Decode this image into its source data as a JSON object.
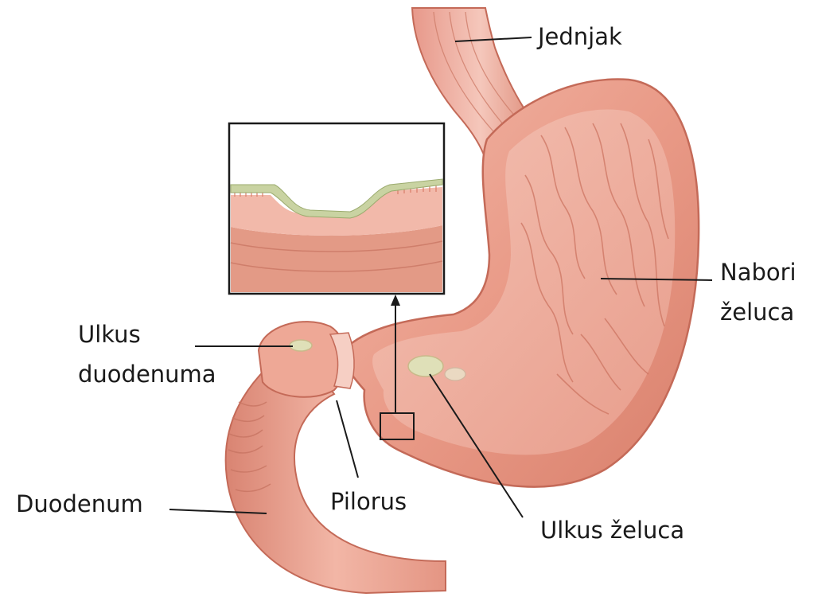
{
  "labels": {
    "jednjak": "Jednjak",
    "nabori_line1": "Nabori",
    "nabori_line2": "želuca",
    "ulkus_duodenuma_line1": "Ulkus",
    "ulkus_duodenuma_line2": "duodenuma",
    "duodenum": "Duodenum",
    "pilorus": "Pilorus",
    "ulkus_zeluca": "Ulkus želuca"
  },
  "colors": {
    "tissue": "#e9a08f",
    "tissue_dark": "#c9705e",
    "tissue_light": "#f6cfc4",
    "ulcer": "#dfe0b8",
    "leader_line": "#1a1a1a"
  }
}
